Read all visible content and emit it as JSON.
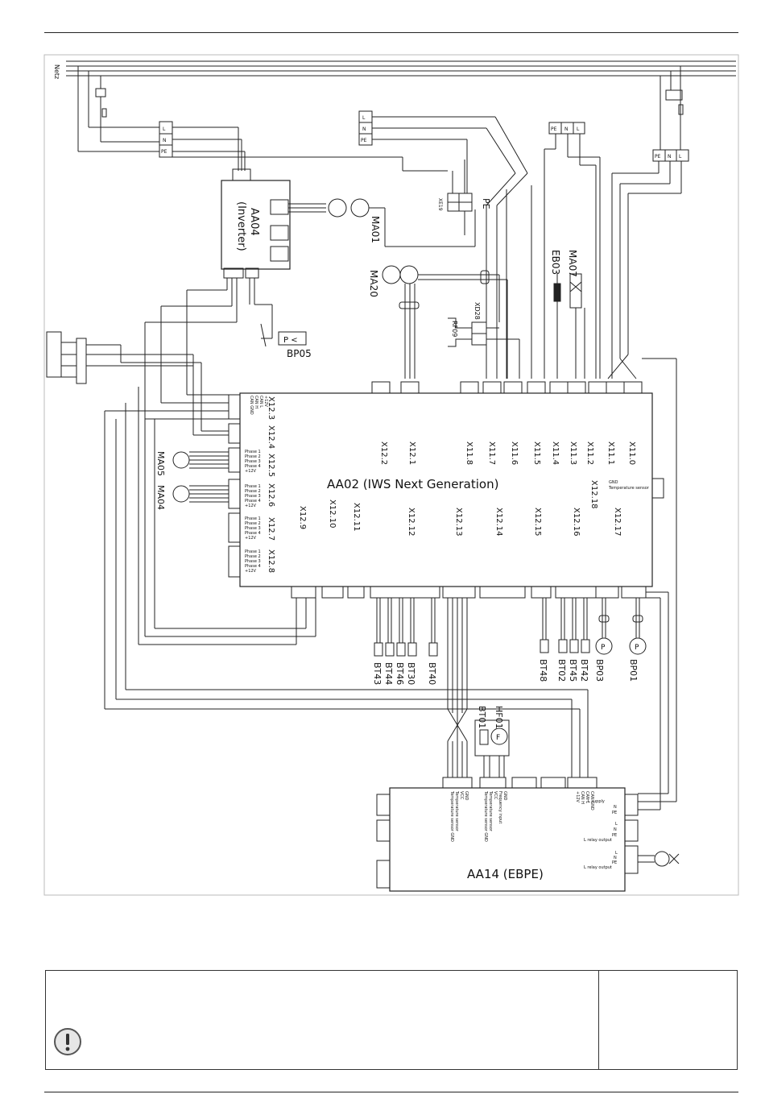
{
  "diagram": {
    "netz_label": "Netz",
    "inverter": {
      "id": "AA04",
      "sub": "(Inverter)"
    },
    "main_board": "AA02 (IWS Next Generation)",
    "ebpe_board": "AA14 (EBPE)",
    "components": {
      "ma01": "MA01",
      "ma20": "MA20",
      "ma05": "MA05",
      "ma04": "MA04",
      "bp05": "BP05",
      "xd28": "XD28",
      "rf09": "RF09",
      "eb03": "EB03",
      "ma07": "MA07",
      "bt43": "BT43",
      "bt44": "BT44",
      "bt46": "BT46",
      "bt30": "BT30",
      "bt40": "BT40",
      "bt48": "BT48",
      "bt02": "BT02",
      "bt45": "BT45",
      "bt42": "BT42",
      "bp03": "BP03",
      "bp01": "BP01",
      "bt01": "BT01",
      "hf01": "HF01",
      "xe19": "XE19"
    },
    "connectors_left": [
      "X12.3",
      "X12.4",
      "X12.5",
      "X12.6",
      "X12.7",
      "X12.8"
    ],
    "connectors_top": [
      "X12.2",
      "X12.1",
      "X11.8",
      "X11.7",
      "X11.6",
      "X11.5",
      "X11.4",
      "X11.3",
      "X11.2",
      "X11.1",
      "X11.0"
    ],
    "connectors_mid": [
      "X12.9",
      "X12.10",
      "X12.11",
      "X12.12",
      "X12.13",
      "X12.14",
      "X12.15",
      "X12.16",
      "X12.17",
      "X12.18"
    ],
    "terminal_labels": {
      "pe": "PE",
      "n": "N",
      "l": "L"
    },
    "pin_labels": {
      "x123": [
        "CAN GND",
        "CAN H",
        "CAN L",
        "+12V"
      ],
      "phase": [
        "Phase 1",
        "Phase 2",
        "Phase 3",
        "Phase 4",
        "+12V"
      ],
      "aa14_right_1": [
        "L supply",
        "N",
        "PE"
      ],
      "aa14_right_2": [
        "L",
        "N",
        "PE",
        "L relay output"
      ],
      "aa14_can": [
        "CAN GND",
        "CAN L",
        "CAN H",
        "+12V"
      ],
      "aa14_temp": [
        "GND",
        "VCC",
        "Temperature sensor",
        "Temperature sensor GND"
      ],
      "aa14_flow": [
        "GND",
        "Frequency input",
        "VCC",
        "Temperature sensor",
        "Temperature sensor GND"
      ],
      "x1218": [
        "GND",
        "Temperature sensor"
      ]
    }
  },
  "note_box": {
    "icon": "exclamation-icon"
  }
}
